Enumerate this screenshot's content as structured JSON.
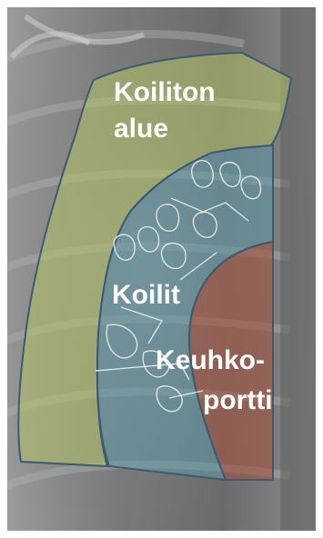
{
  "regions": [
    {
      "id": "koiliton",
      "lines": [
        "Koiliton",
        "alue"
      ],
      "color": "#b5c268"
    },
    {
      "id": "koilit",
      "lines": [
        "Koilit"
      ],
      "color": "#5f9aa9"
    },
    {
      "id": "keuhkoportti",
      "lines": [
        "Keuhko-",
        "portti"
      ],
      "color": "#a4543f"
    }
  ],
  "colors": {
    "outline": "#3d5a6e",
    "background": "#7d7d7d"
  }
}
